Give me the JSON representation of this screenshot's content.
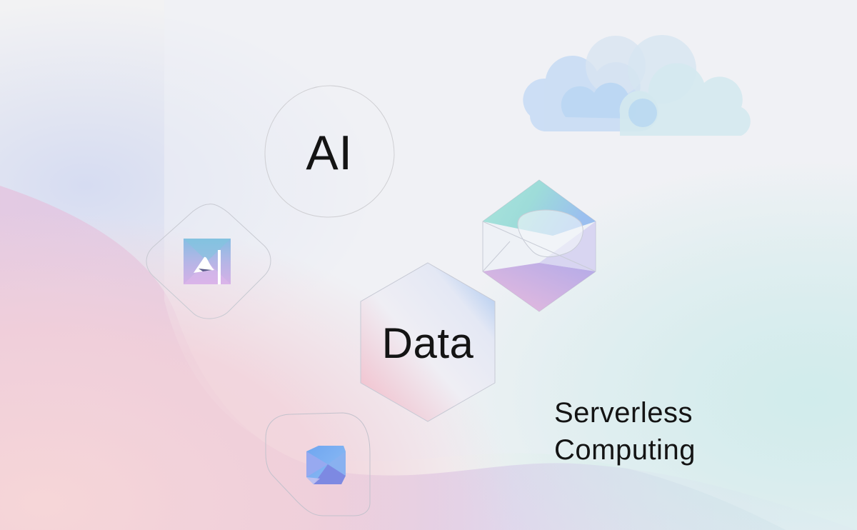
{
  "scene": {
    "labels": {
      "ai": "AI",
      "data": "Data",
      "serverless_line1": "Serverless",
      "serverless_line2": "Computing"
    },
    "icons": [
      {
        "name": "cloud-cluster-icon",
        "position": "top-right"
      },
      {
        "name": "ai-logo-tile-icon",
        "position": "left"
      },
      {
        "name": "faceted-hexagon-icon",
        "position": "center-right"
      },
      {
        "name": "faceted-square-icon",
        "position": "bottom-left"
      }
    ],
    "colors": {
      "background": "#f1f2f4",
      "pink": "#f3cdd6",
      "lavender": "#dcc8e6",
      "periwinkle": "#d7def2",
      "teal": "#cfeaec",
      "blue_accent": "#7aa6ee",
      "mint_accent": "#7ed6c8",
      "text": "#141414"
    }
  }
}
